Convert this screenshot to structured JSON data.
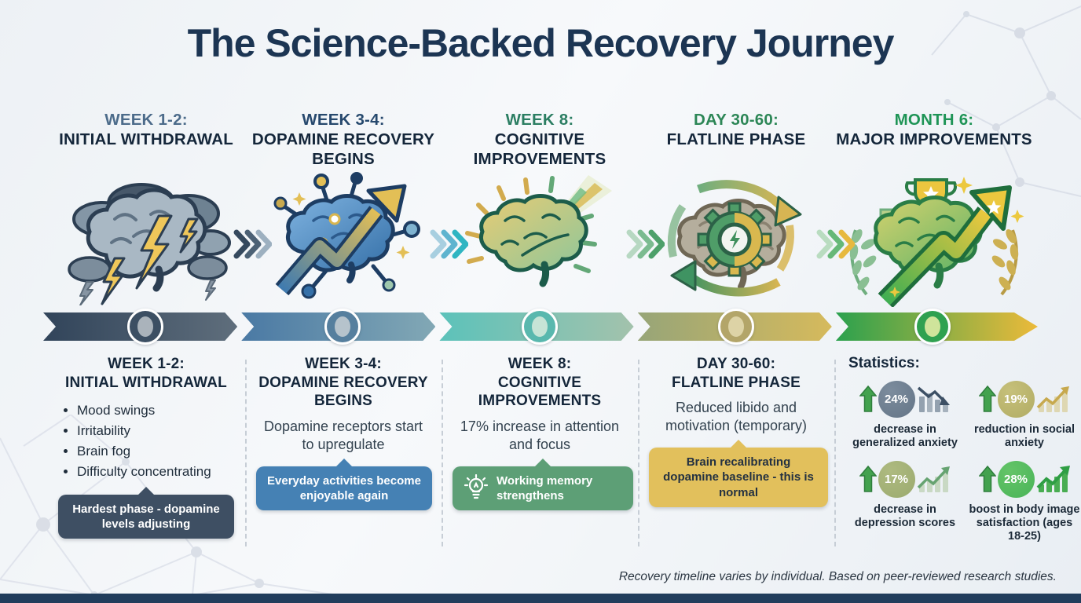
{
  "title": "The Science-Backed Recovery Journey",
  "footer": "Recovery timeline varies by individual. Based on peer-reviewed research studies.",
  "stages": [
    {
      "top_line1": "WEEK 1-2:",
      "top_line2": "INITIAL WITHDRAWAL",
      "icon": "storm-brain-icon",
      "accent_color": "#4c6b8a",
      "bottom_line1": "WEEK 1-2:",
      "bottom_line2": "INITIAL WITHDRAWAL",
      "bullets": [
        "Mood swings",
        "Irritability",
        "Brain fog",
        "Difficulty concentrating"
      ],
      "callout": {
        "text": "Hardest phase - dopamine levels adjusting",
        "bg": "#3e4f63",
        "text_color": "#ffffff"
      }
    },
    {
      "top_line1": "WEEK 3-4:",
      "top_line2": "DOPAMINE RECOVERY BEGINS",
      "icon": "network-brain-icon",
      "accent_color": "#26486d",
      "bottom_line1": "WEEK 3-4:",
      "bottom_line2": "DOPAMINE RECOVERY BEGINS",
      "description": "Dopamine receptors start to upregulate",
      "callout": {
        "text": "Everyday activities become enjoyable again",
        "bg": "#4581b4",
        "text_color": "#ffffff"
      }
    },
    {
      "top_line1": "WEEK 8:",
      "top_line2": "COGNITIVE IMPROVEMENTS",
      "icon": "shining-brain-icon",
      "accent_color": "#2b7e62",
      "bottom_line1": "WEEK 8:",
      "bottom_line2": "COGNITIVE IMPROVEMENTS",
      "description": "17% increase in attention and focus",
      "callout": {
        "text": "Working memory strengthens",
        "bg": "#5d9f76",
        "text_color": "#ffffff",
        "icon": "lightbulb-icon"
      }
    },
    {
      "top_line1": "DAY 30-60:",
      "top_line2": "FLATLINE PHASE",
      "icon": "recalibrating-brain-icon",
      "accent_color": "#2c8656",
      "bottom_line1": "DAY 30-60:",
      "bottom_line2": "FLATLINE PHASE",
      "description": "Reduced libido and motivation (temporary)",
      "callout": {
        "text": "Brain recalibrating dopamine baseline - this is normal",
        "bg": "#e2c05c",
        "text_color": "#243141"
      }
    },
    {
      "top_line1": "MONTH 6:",
      "top_line2": "MAJOR IMPROVEMENTS",
      "icon": "achievement-brain-icon",
      "accent_color": "#1e9456"
    }
  ],
  "timeline": {
    "segment_colors": [
      "#31445a-#5f6e7c",
      "#4a79a4-#82a8b5",
      "#5cc2ba-#a3c2ac",
      "#97a578-#d6ba5c",
      "#2ba14e-#ecba3a"
    ],
    "node_colors": [
      "#3c4f63",
      "#567f9e",
      "#59b8ae",
      "#b3a569",
      "#2fa150"
    ]
  },
  "statistics": {
    "heading": "Statistics:",
    "items": [
      {
        "value": "24%",
        "label": "decrease in generalized anxiety",
        "circle_color": "#5b6c7e",
        "trend": "down"
      },
      {
        "value": "19%",
        "label": "reduction in social anxiety",
        "circle_color": "#a9a45c",
        "trend": "up"
      },
      {
        "value": "17%",
        "label": "decrease in depression scores",
        "circle_color": "#93a468",
        "trend": "up"
      },
      {
        "value": "28%",
        "label": "boost in body image satisfaction (ages 18-25)",
        "circle_color": "#3fae52",
        "trend": "up"
      }
    ]
  }
}
